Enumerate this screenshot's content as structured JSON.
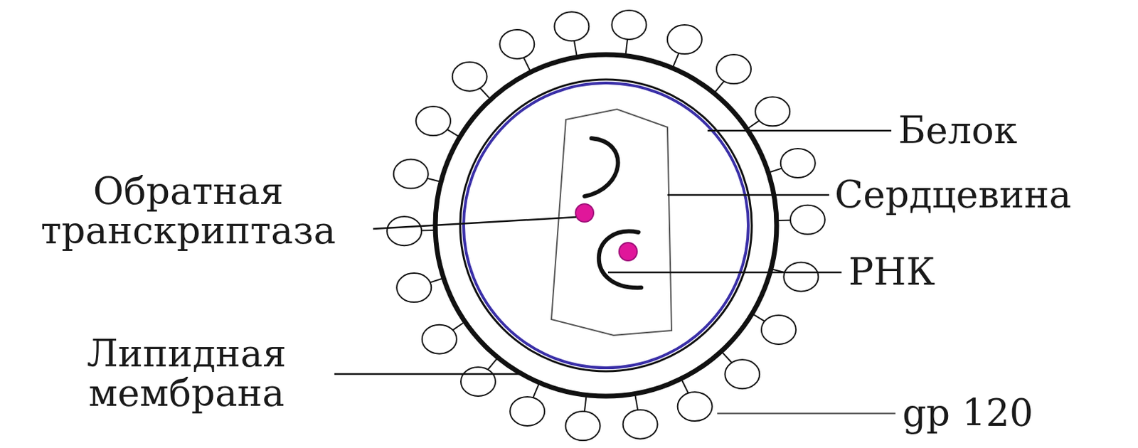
{
  "diagram": {
    "labels": [
      "Белок",
      "Сердцевина",
      "Обратная транскриптаза",
      "РНК",
      "Липидная мембрана",
      "gp 120"
    ]
  }
}
